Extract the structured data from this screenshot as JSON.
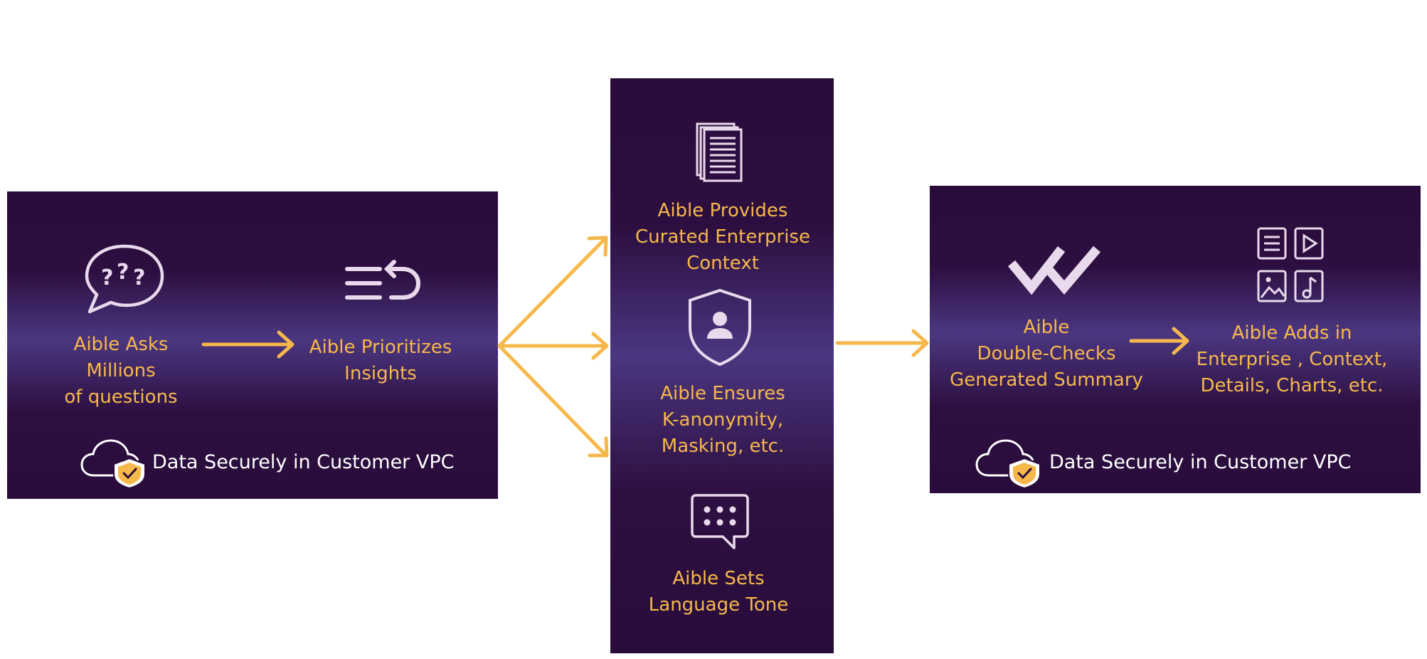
{
  "colors": {
    "panel_dark": "#290c3b",
    "panel_mid": "#4b3680",
    "accent": "#f7b84b",
    "icon": "#e9d9ec",
    "text_white": "#ffffff"
  },
  "left_panel": {
    "step1": {
      "icon": "question-bubble-icon",
      "label": "Aible Asks\nMillions\nof questions"
    },
    "step2": {
      "icon": "prioritize-list-icon",
      "label": "Aible Prioritizes\nInsights"
    },
    "footer": {
      "icon": "cloud-shield-icon",
      "label": "Data Securely in Customer VPC"
    }
  },
  "center_panel": {
    "step1": {
      "icon": "documents-icon",
      "label": "Aible Provides\nCurated Enterprise\nContext"
    },
    "step2": {
      "icon": "shield-user-icon",
      "label": "Aible Ensures\nK-anonymity,\nMasking, etc."
    },
    "step3": {
      "icon": "chat-dots-icon",
      "label": "Aible Sets\nLanguage Tone"
    }
  },
  "right_panel": {
    "step1": {
      "icon": "double-check-icon",
      "label": "Aible\nDouble-Checks\nGenerated Summary"
    },
    "step2": {
      "icon": "media-grid-icon",
      "label": "Aible Adds in\nEnterprise , Context,\nDetails, Charts, etc."
    },
    "footer": {
      "icon": "cloud-shield-icon",
      "label": "Data Securely in Customer VPC"
    }
  }
}
